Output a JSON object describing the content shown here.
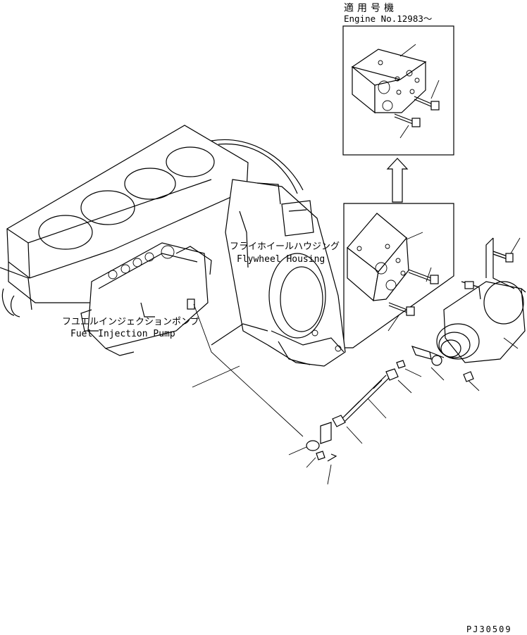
{
  "applicable": {
    "heading": "適用号機",
    "engine": "Engine No.12983～"
  },
  "labels": {
    "flywheel_jp": "フライホイールハウジング",
    "flywheel_en": "Flywheel Housing",
    "pump_jp": "フユエルインジェクションポンプ",
    "pump_en": "Fuel Injection Pump"
  },
  "part_code": "PJ30509"
}
